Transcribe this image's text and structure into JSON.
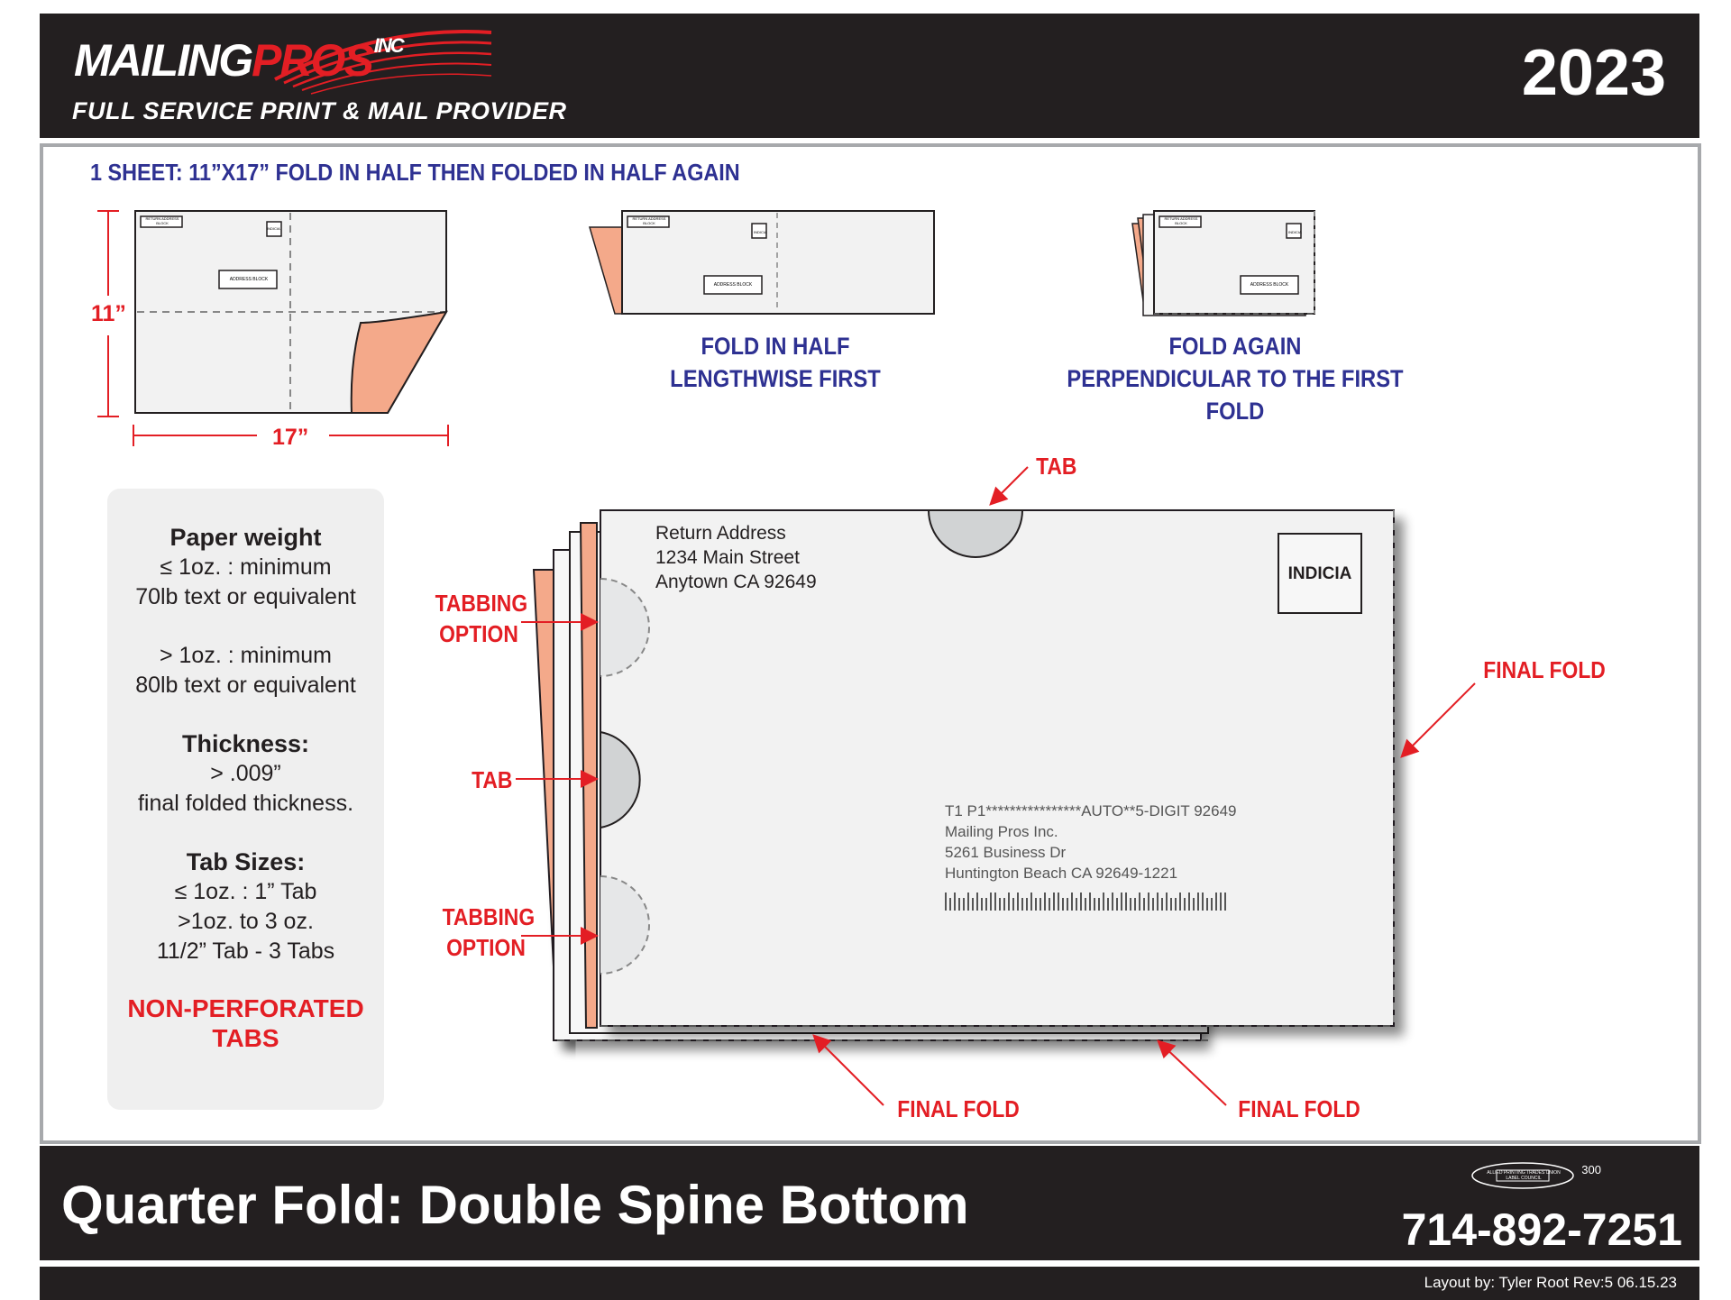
{
  "header": {
    "logo_main_1": "MAILING",
    "logo_main_2": "PROS",
    "logo_inc": "INC",
    "logo_tagline": "FULL SERVICE PRINT & MAIL PROVIDER",
    "year": "2023"
  },
  "sheet": {
    "title": "1 SHEET: 11”X17” FOLD IN HALF THEN FOLDED IN HALF AGAIN",
    "height_label": "11”",
    "width_label": "17”",
    "return_block": "RETURN ADDRESS BLOCK",
    "indicia_small": "INDICIA",
    "address_block": "ADDRESS BLOCK"
  },
  "steps": {
    "fold1_line1": "FOLD IN HALF",
    "fold1_line2": "LENGTHWISE FIRST",
    "fold2_line1": "FOLD AGAIN",
    "fold2_line2": "PERPENDICULAR TO THE FIRST FOLD"
  },
  "specs": {
    "paper_weight_heading": "Paper weight",
    "pw1_line1": "≤ 1oz. : minimum",
    "pw1_line2": "70lb text or equivalent",
    "pw2_line1": "> 1oz. : minimum",
    "pw2_line2": "80lb text or equivalent",
    "thickness_heading": "Thickness:",
    "th_line1": "> .009”",
    "th_line2": "final folded thickness.",
    "tab_heading": "Tab Sizes:",
    "tab_line1": "≤ 1oz. : 1” Tab",
    "tab_line2": ">1oz. to 3 oz.",
    "tab_line3": "11/2” Tab - 3 Tabs",
    "non_perf_1": "NON-PERFORATED",
    "non_perf_2": "TABS"
  },
  "mailpiece": {
    "return_line1": "Return Address",
    "return_line2": "1234 Main Street",
    "return_line3": "Anytown CA 92649",
    "indicia": "INDICIA",
    "addr_line1": "T1   P1****************AUTO**5-DIGIT 92649",
    "addr_line2": "Mailing Pros Inc.",
    "addr_line3": "5261 Business Dr",
    "addr_line4": "Huntington Beach CA 92649-1221"
  },
  "labels": {
    "tab_top": "TAB",
    "tabbing_option_1a": "TABBING",
    "tabbing_option_1b": "OPTION",
    "tab_left": "TAB",
    "tabbing_option_2a": "TABBING",
    "tabbing_option_2b": "OPTION",
    "final_fold_right": "FINAL FOLD",
    "final_fold_bottom_1": "FINAL FOLD",
    "final_fold_bottom_2": "FINAL FOLD"
  },
  "footer": {
    "title": "Quarter Fold: Double Spine Bottom",
    "phone": "714-892-7251",
    "union_text": "ALLIED PRINTING TRADES UNION LABEL COUNCIL",
    "union_number": "300",
    "layout_by": "Layout by: Tyler Root Rev:5 06.15.23"
  },
  "colors": {
    "navy": "#2e3192",
    "red": "#e31e24",
    "salmon": "#f4a98a",
    "dark": "#231f20"
  }
}
